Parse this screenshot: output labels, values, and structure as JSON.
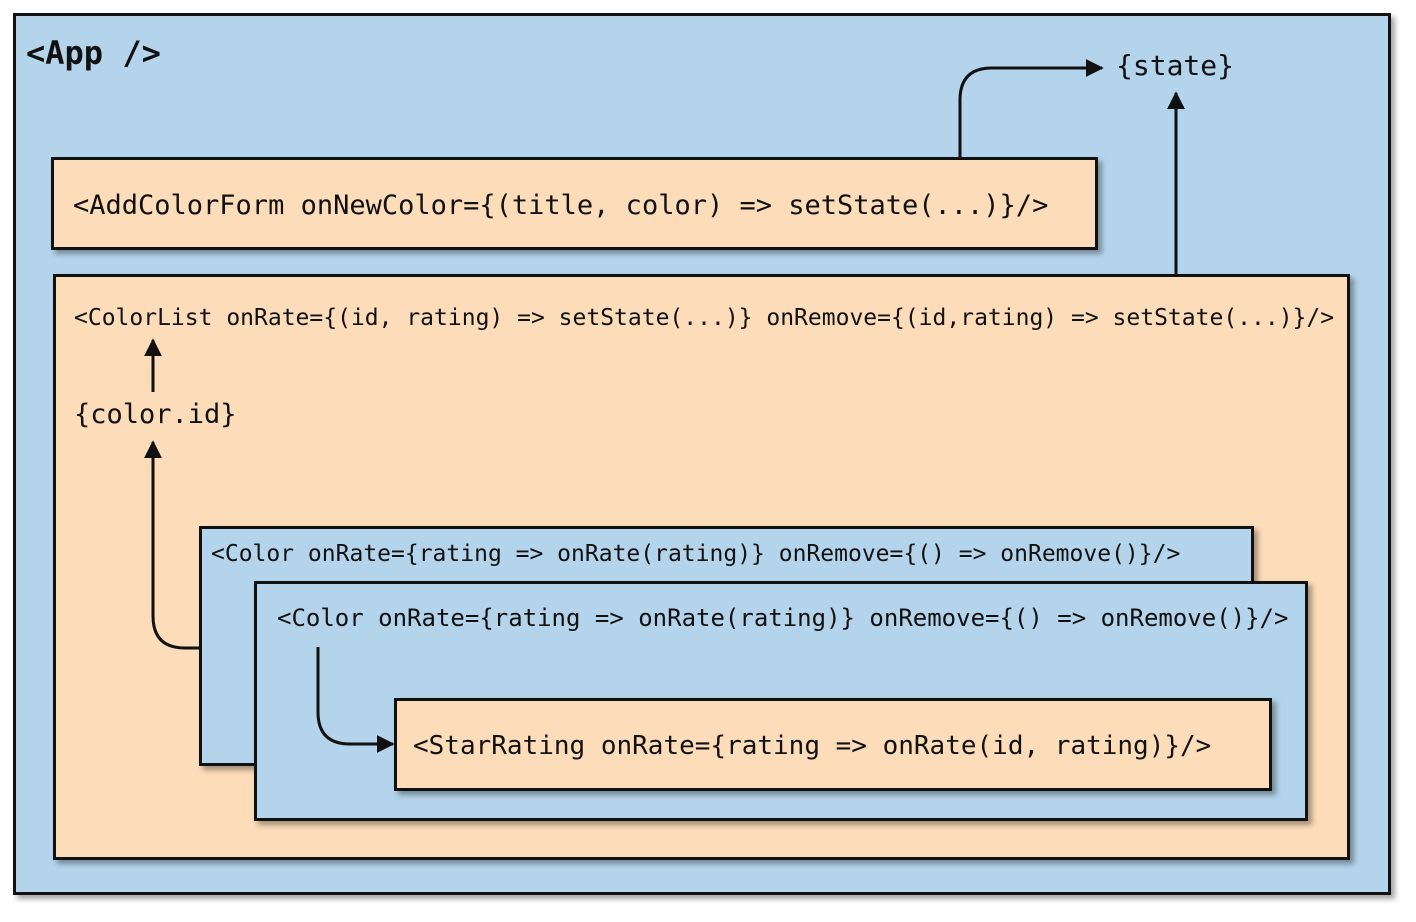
{
  "app": {
    "title": "<App />"
  },
  "state_label": "{state}",
  "add_color_form": {
    "code": "<AddColorForm onNewColor={(title, color) => setState(...)}/>"
  },
  "color_list": {
    "code": "<ColorList onRate={(id, rating) => setState(...)} onRemove={(id,rating) => setState(...)}/>",
    "color_id_label": "{color.id}"
  },
  "colors": [
    {
      "code": "<Color onRate={rating => onRate(rating)} onRemove={() => onRemove()}/>"
    },
    {
      "code": "<Color onRate={rating => onRate(rating)} onRemove={() => onRemove()}/>"
    }
  ],
  "star_rating": {
    "code": "<StarRating onRate={rating => onRate(id, rating)}/>"
  },
  "colors_palette": {
    "app_background": "#b3d4ea",
    "component_background": "#fcdcb9",
    "border": "#111111"
  }
}
